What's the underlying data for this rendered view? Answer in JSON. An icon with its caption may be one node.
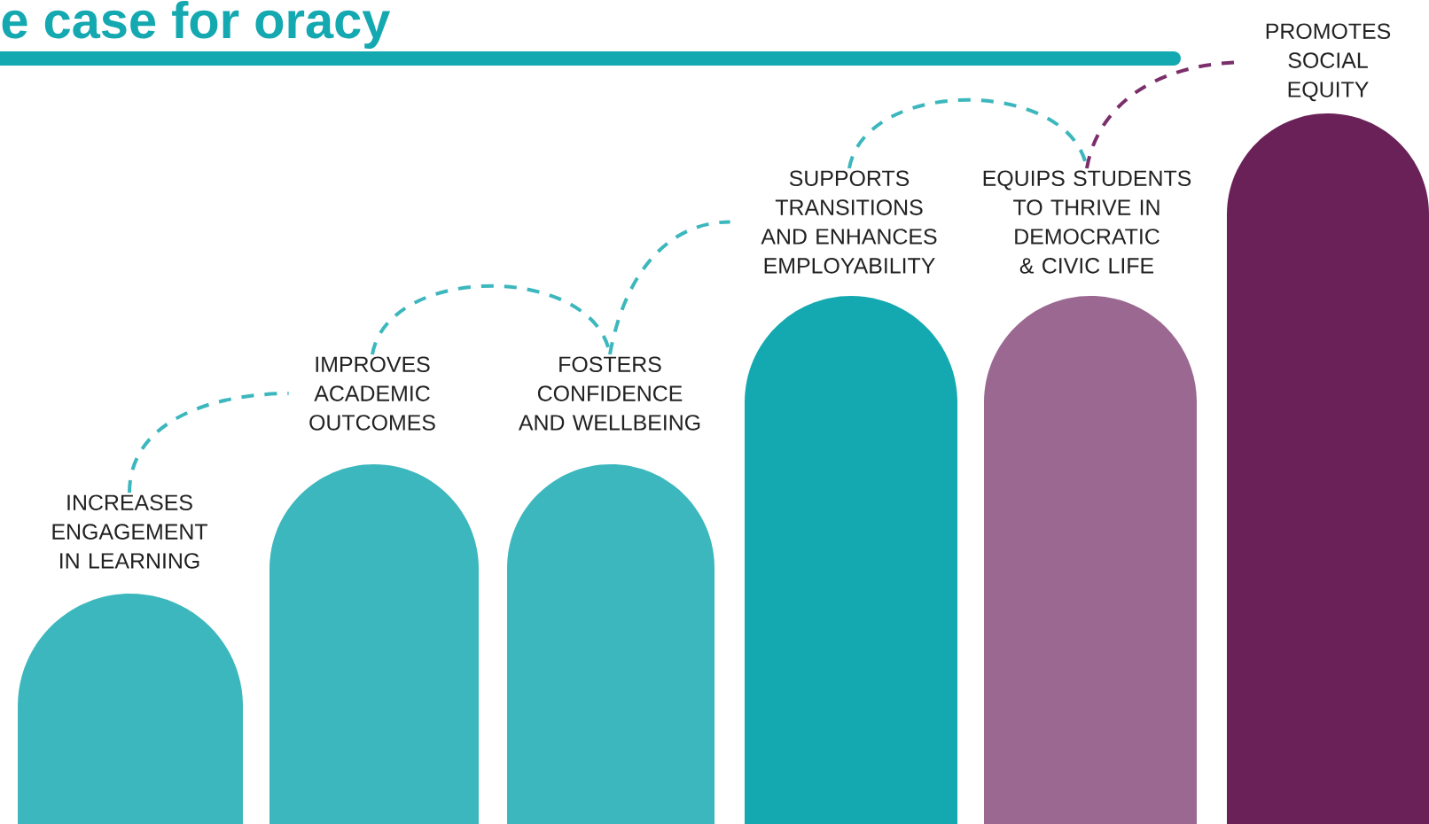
{
  "diagram": {
    "title": "e case for oracy",
    "nodes": [
      {
        "text": [
          "INCREASES ENGAGEMENT IN LEARNING"
        ]
      },
      {
        "text": [
          "IMPROVES ACADEMIC OUTCOMES"
        ]
      },
      {
        "text": [
          "FOSTERS CONFIDENCE AND WELLBEING"
        ]
      },
      {
        "text": [
          "SUPPORTS TRANSITIONS AND ENHANCES EMPLOYABILITY"
        ]
      },
      {
        "text": [
          "EQUIPS STUDENTS TO THRIVE IN DEMOCRATIC & CIVIC LIFE"
        ]
      },
      {
        "text": [
          "PROMOTES SOCIAL EQUITY"
        ]
      }
    ],
    "edges": [
      {
        "from": 0,
        "to": 1,
        "arrow": "none",
        "style": "dashed"
      },
      {
        "from": 1,
        "to": 2,
        "arrow": "none",
        "style": "dashed"
      },
      {
        "from": 2,
        "to": 3,
        "arrow": "none",
        "style": "dashed"
      },
      {
        "from": 3,
        "to": 4,
        "arrow": "none",
        "style": "dashed"
      },
      {
        "from": 4,
        "to": 5,
        "arrow": "none",
        "style": "dashed",
        "color": "#7a2e6a"
      }
    ]
  }
}
